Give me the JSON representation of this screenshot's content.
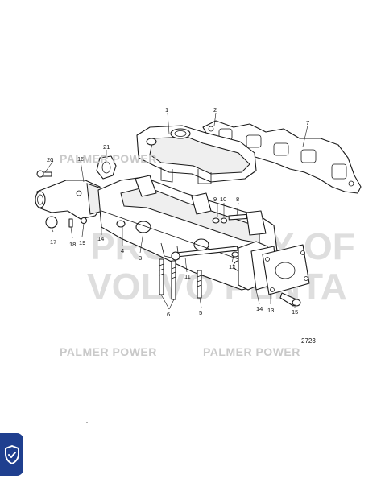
{
  "diagram": {
    "figure_number": "2723",
    "callouts": [
      {
        "id": "c1",
        "text": "1"
      },
      {
        "id": "c2",
        "text": "2"
      },
      {
        "id": "c3",
        "text": "3"
      },
      {
        "id": "c4",
        "text": "4"
      },
      {
        "id": "c5",
        "text": "5"
      },
      {
        "id": "c6",
        "text": "6"
      },
      {
        "id": "c7",
        "text": "7"
      },
      {
        "id": "c8",
        "text": "8"
      },
      {
        "id": "c9",
        "text": "9"
      },
      {
        "id": "c10",
        "text": "10"
      },
      {
        "id": "c11",
        "text": "11"
      },
      {
        "id": "c12",
        "text": "12"
      },
      {
        "id": "c13",
        "text": "13"
      },
      {
        "id": "c14a",
        "text": "14"
      },
      {
        "id": "c14b",
        "text": "14"
      },
      {
        "id": "c15",
        "text": "15"
      },
      {
        "id": "c16",
        "text": "16"
      },
      {
        "id": "c17",
        "text": "17"
      },
      {
        "id": "c18",
        "text": "18"
      },
      {
        "id": "c19",
        "text": "19"
      },
      {
        "id": "c20",
        "text": "20"
      },
      {
        "id": "c21",
        "text": "21"
      }
    ]
  },
  "watermarks": {
    "top_left": "PALMER POWER",
    "bottom_left": "PALMER POWER",
    "bottom_right": "PALMER POWER",
    "big_line1": "PROPERTY OF",
    "big_line2": "VOLVO PENTA"
  },
  "badge": {
    "icon": "shield-check-icon",
    "color": "#1f3f8f"
  }
}
